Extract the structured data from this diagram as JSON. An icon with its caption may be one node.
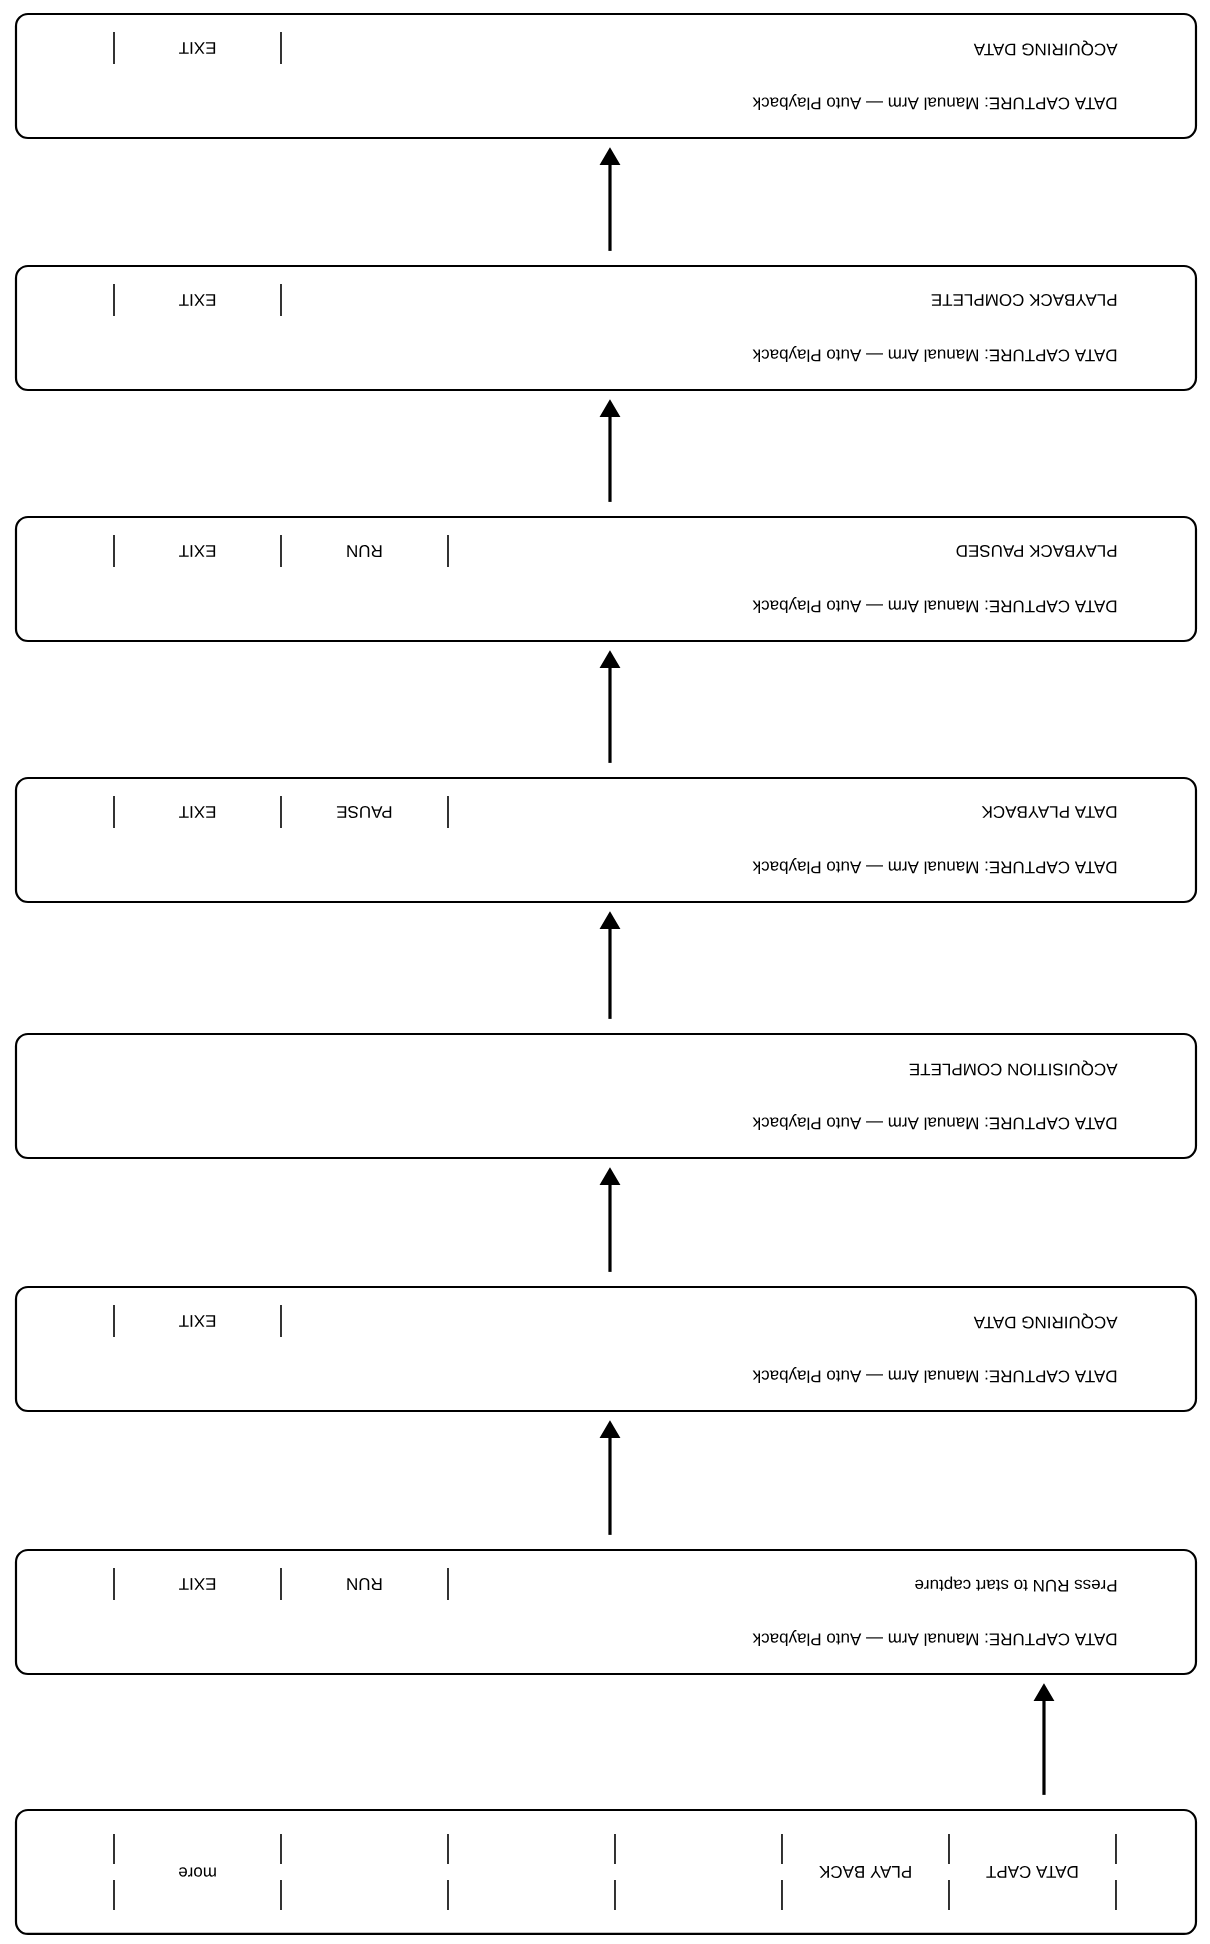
{
  "diagram": {
    "nodes": [
      {
        "text": [
          "DATA CAPT",
          "PLAY BACK",
          "more"
        ]
      },
      {
        "text": [
          "DATA CAPTURE: Manual Arm — Auto Playback",
          "Press RUN to start capture",
          "RUN",
          "EXIT"
        ]
      },
      {
        "text": [
          "DATA CAPTURE: Manual Arm — Auto Playback",
          "ACQUIRING DATA",
          "EXIT"
        ]
      },
      {
        "text": [
          "DATA CAPTURE: Manual Arm — Auto Playback",
          "ACQUISITION COMPLETE"
        ]
      },
      {
        "text": [
          "DATA CAPTURE: Manual Arm — Auto Playback",
          "DATA PLAYBACK",
          "PAUSE",
          "EXIT"
        ]
      },
      {
        "text": [
          "DATA CAPTURE: Manual Arm — Auto Playback",
          "PLAYBACK PAUSED",
          "RUN",
          "EXIT"
        ]
      },
      {
        "text": [
          "DATA CAPTURE: Manual Arm — Auto Playback",
          "PLAYBACK COMPLETE",
          "EXIT"
        ]
      },
      {
        "text": [
          "DATA CAPTURE: Manual Arm — Auto Playback",
          "ACQUIRING DATA",
          "EXIT"
        ]
      }
    ],
    "edges": [
      {
        "from": 0,
        "to": 1,
        "arrow": "to"
      },
      {
        "from": 1,
        "to": 2,
        "arrow": "to"
      },
      {
        "from": 2,
        "to": 3,
        "arrow": "to"
      },
      {
        "from": 3,
        "to": 4,
        "arrow": "to"
      },
      {
        "from": 4,
        "to": 5,
        "arrow": "to"
      },
      {
        "from": 5,
        "to": 6,
        "arrow": "to"
      },
      {
        "from": 6,
        "to": 7,
        "arrow": "to"
      }
    ]
  }
}
